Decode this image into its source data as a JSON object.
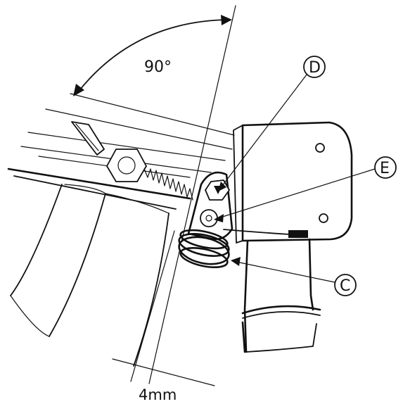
{
  "labels": {
    "angle": "90°",
    "gap": "4mm",
    "callout_d": "D",
    "callout_e": "E",
    "callout_c": "C"
  },
  "colors": {
    "ink": "#111111",
    "background": "#ffffff"
  }
}
